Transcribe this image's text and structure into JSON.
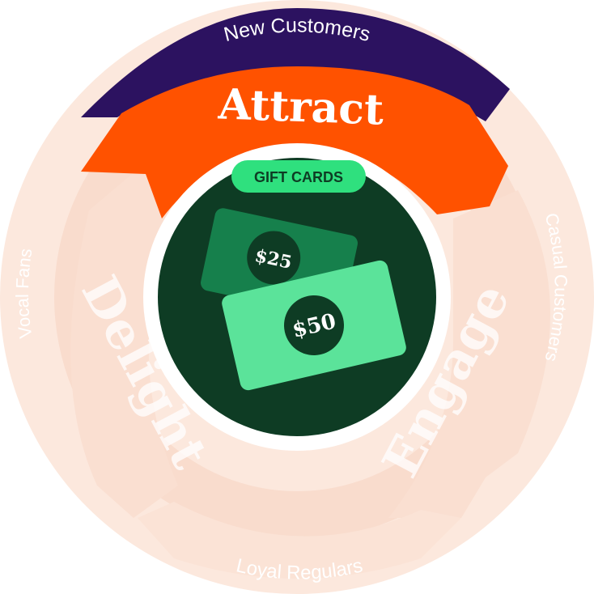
{
  "diagram": {
    "center_badge": "GIFT CARDS",
    "cards": [
      {
        "amount": "$25"
      },
      {
        "amount": "$50"
      }
    ],
    "segments": [
      {
        "name": "Attract",
        "outer_label": "New Customers",
        "state": "active"
      },
      {
        "name": "Engage",
        "outer_label": "Casual Customers",
        "state": "inactive"
      },
      {
        "name": "Delight",
        "outer_label": "Loyal Regulars",
        "state": "inactive"
      }
    ],
    "side_label": "Vocal Fans",
    "colors": {
      "active_ring": "#FF5200",
      "active_outer": "#2C1260",
      "inactive_light": "#FCE8DD",
      "inactive_mid": "#F9D9CA",
      "inner_circle": "#0E3C24",
      "badge": "#2FE07E",
      "card_back": "#16804C",
      "card_front": "#5BE39A"
    }
  }
}
